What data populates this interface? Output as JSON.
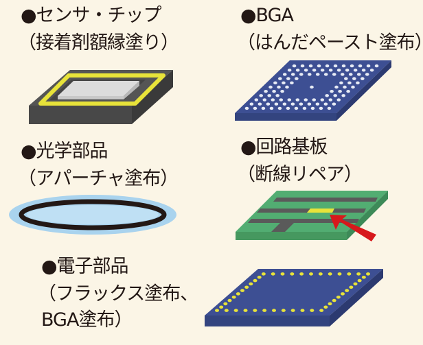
{
  "sensor": {
    "title": "●センサ・チップ",
    "sub": "（接着剤額縁塗り）"
  },
  "bga": {
    "title": "●BGA",
    "sub": "（はんだペースト塗布）"
  },
  "optical": {
    "title": "●光学部品",
    "sub": "（アパーチャ塗布）"
  },
  "pcb": {
    "title": "●回路基板",
    "sub": "（断線リペア）"
  },
  "electronic": {
    "title": "●電子部品",
    "sub1": "（フラックス塗布、",
    "sub2": "BGA塗布）"
  },
  "colors": {
    "background": "#fbf5e6",
    "adhesive": "#e8e33a",
    "board": "#4caf6e",
    "package": "#3d4f93",
    "arrow": "#d7191c"
  }
}
